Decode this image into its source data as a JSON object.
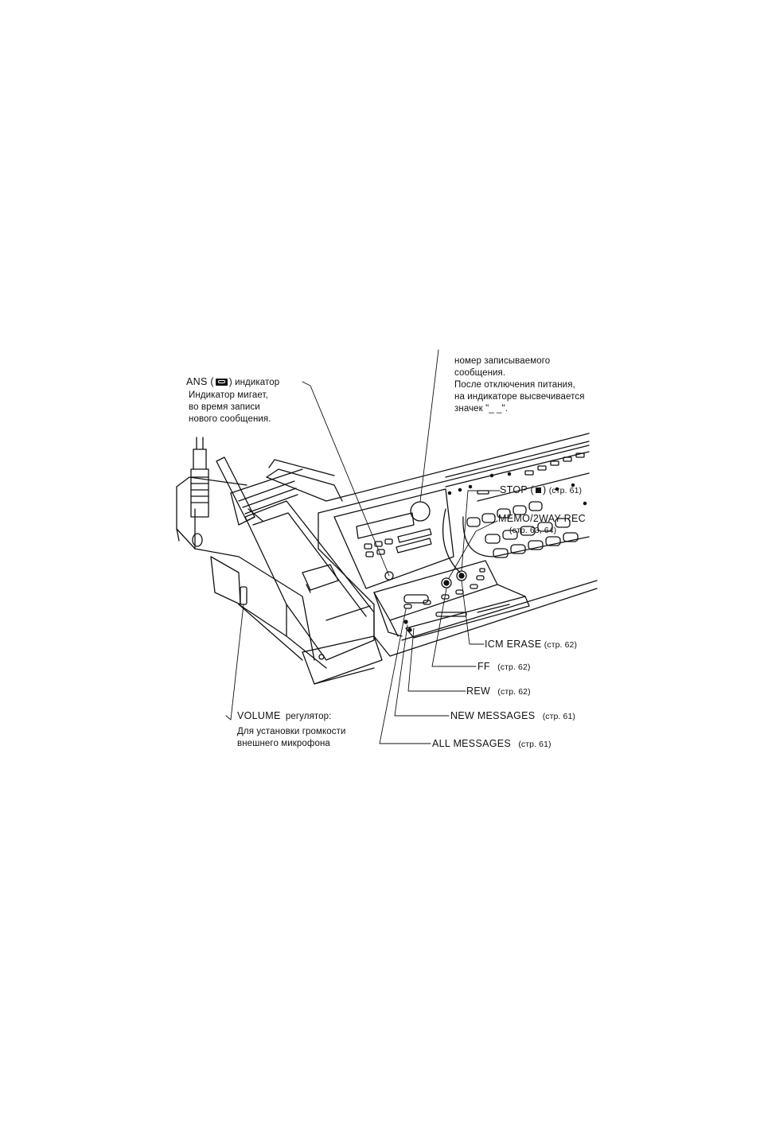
{
  "labels": {
    "ans_prefix": "ANS (",
    "ans_suffix": ") индикатор",
    "ans_desc": [
      "Индикатор мигает,",
      "во время записи",
      "нового сообщения."
    ],
    "counter_desc": [
      "номер записываемого",
      "сообщения.",
      "После отключения питания,",
      "на индикаторе высвечивается",
      "значек \"_ _\"."
    ],
    "stop_prefix": "STOP (",
    "stop_suffix": ")",
    "stop_page": "(стр. 61)",
    "memo": "MEMO/2WAY REC",
    "memo_page": "(стр. 63, 64)",
    "icm_erase": "ICM ERASE",
    "icm_erase_page": "(стр. 62)",
    "ff": "FF",
    "ff_page": "(стр. 62)",
    "rew": "REW",
    "rew_page": "(стр. 62)",
    "new_messages": "NEW MESSAGES",
    "new_messages_page": "(стр. 61)",
    "all_messages": "ALL MESSAGES",
    "all_messages_page": "(стр. 61)",
    "volume": "VOLUME",
    "volume_suffix": "регулятор:",
    "volume_desc": [
      "Для установки громкости",
      "внешнего микрофона"
    ]
  },
  "icons": {
    "ans": "cassette-tape-icon",
    "stop": "stop-square-icon"
  },
  "colors": {
    "ink": "#111111",
    "paper": "#ffffff"
  }
}
